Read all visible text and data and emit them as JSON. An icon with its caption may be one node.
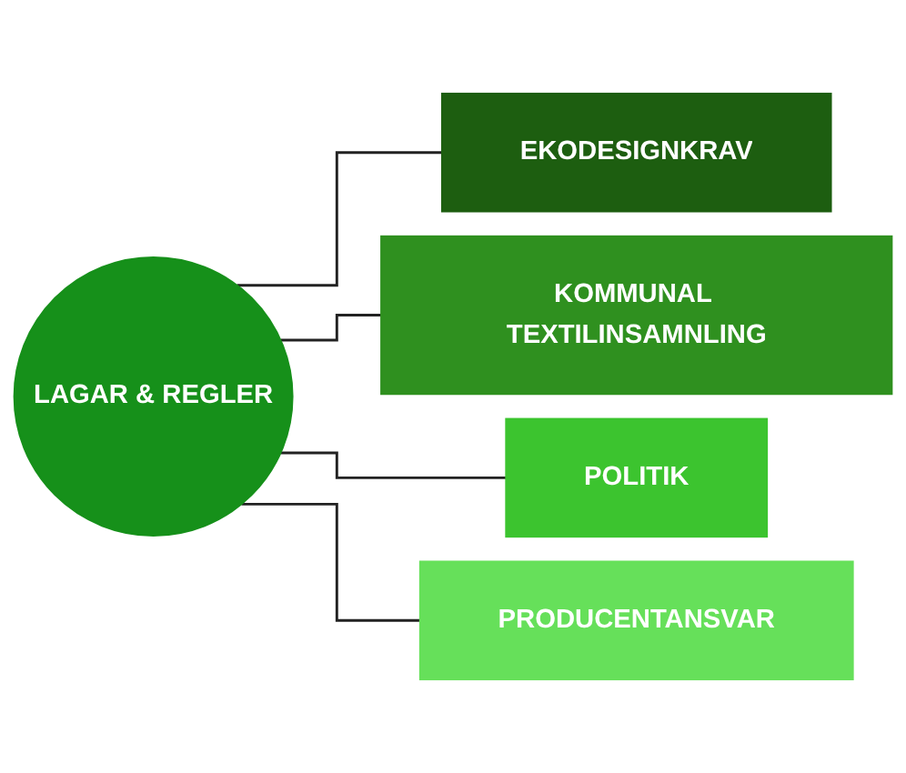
{
  "diagram": {
    "nodes": [
      {
        "text": [
          "LAGAR & REGLER"
        ]
      },
      {
        "text": [
          "EKODESIGNKRAV"
        ]
      },
      {
        "text": [
          "KOMMUNAL TEXTILINSAMNLING"
        ]
      },
      {
        "text": [
          "POLITIK"
        ]
      },
      {
        "text": [
          "PRODUCENTANSVAR"
        ]
      }
    ],
    "edges": [
      {
        "from": 0,
        "to": 1,
        "arrow": "none"
      },
      {
        "from": 0,
        "to": 2,
        "arrow": "none"
      },
      {
        "from": 0,
        "to": 3,
        "arrow": "none"
      },
      {
        "from": 0,
        "to": 4,
        "arrow": "none"
      }
    ]
  }
}
